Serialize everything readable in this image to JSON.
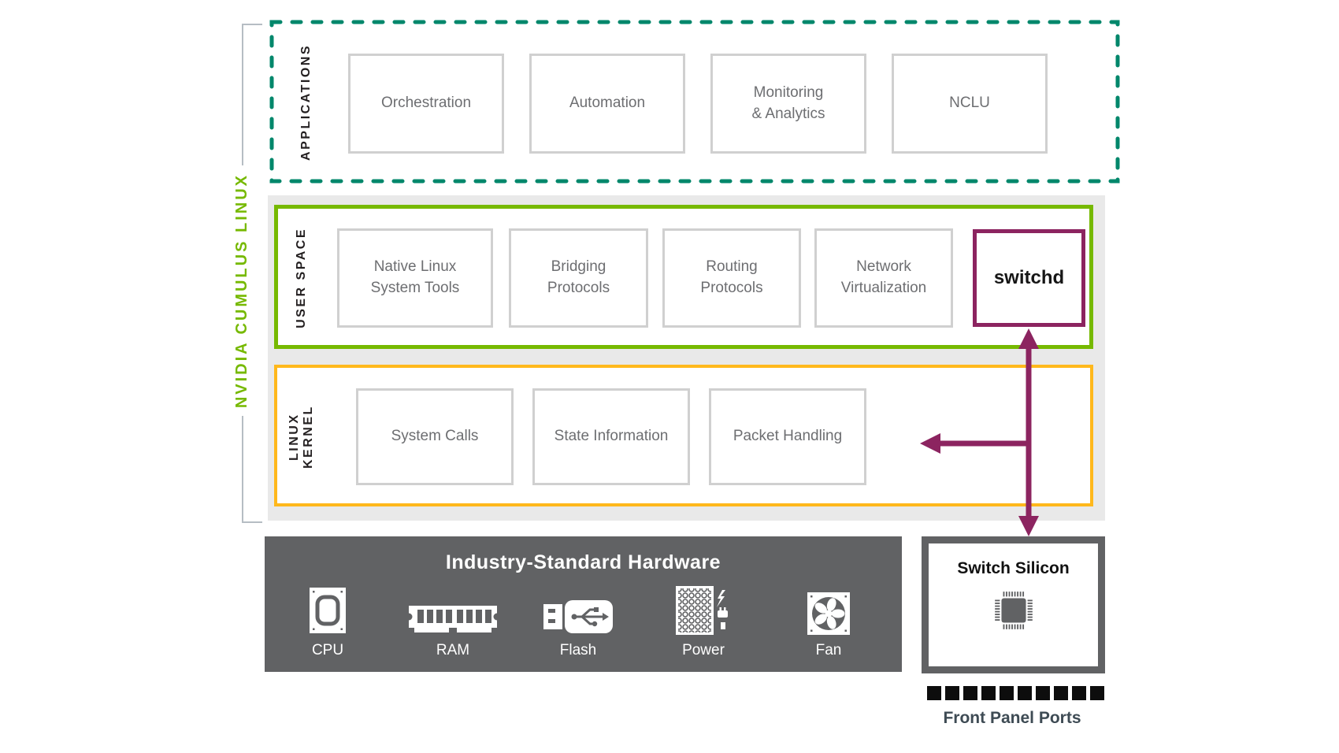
{
  "brand": {
    "side_label": "NVIDIA CUMULUS LINUX"
  },
  "layers": {
    "applications": {
      "label": "APPLICATIONS",
      "boxes": [
        "Orchestration",
        "Automation",
        "Monitoring\n& Analytics",
        "NCLU"
      ]
    },
    "user_space": {
      "label": "USER SPACE",
      "boxes": [
        "Native Linux\nSystem Tools",
        "Bridging\nProtocols",
        "Routing\nProtocols",
        "Network\nVirtualization"
      ],
      "switchd_label": "switchd"
    },
    "linux_kernel": {
      "label": "LINUX KERNEL",
      "boxes": [
        "System Calls",
        "State Information",
        "Packet Handling"
      ]
    }
  },
  "hardware": {
    "title": "Industry-Standard Hardware",
    "components": [
      {
        "icon": "cpu-icon",
        "label": "CPU"
      },
      {
        "icon": "ram-icon",
        "label": "RAM"
      },
      {
        "icon": "flash-icon",
        "label": "Flash"
      },
      {
        "icon": "power-icon",
        "label": "Power"
      },
      {
        "icon": "fan-icon",
        "label": "Fan"
      }
    ]
  },
  "switch_silicon": {
    "title": "Switch Silicon"
  },
  "front_panel": {
    "label": "Front Panel Ports",
    "port_count": 10
  },
  "colors": {
    "nvidia_green": "#76B900",
    "applications_dash_teal": "#00876B",
    "kernel_yellow": "#FFB81C",
    "switchd_purple": "#8C2460",
    "hardware_gray": "#616264",
    "band_gray": "#E9E9E9",
    "box_border_gray": "#D0D0D0",
    "box_text_gray": "#6D6E71",
    "front_panel_text": "#3E4B54"
  }
}
